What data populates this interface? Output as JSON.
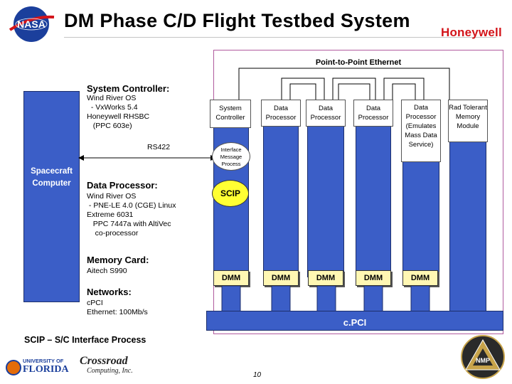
{
  "header": {
    "title": "DM Phase C/D Flight Testbed System",
    "brand": "Honeywell",
    "brand_color": "#d3141a",
    "logo_icon": "nasa-logo-icon"
  },
  "ethernet": {
    "label": "Point-to-Point Ethernet"
  },
  "spacecraft": {
    "label_1": "Spacecraft",
    "label_2": "Computer",
    "color": "#3b5ec7"
  },
  "system_controller": {
    "heading": "System Controller:",
    "lines": [
      "Wind River OS",
      "  - VxWorks 5.4",
      "Honeywell RHSBC",
      "   (PPC 603e)"
    ]
  },
  "link": {
    "label": "RS422"
  },
  "data_processor": {
    "heading": "Data Processor:",
    "lines": [
      "Wind River OS",
      " - PNE-LE 4.0 (CGE) Linux",
      "Extreme 6031",
      "   PPC 7447a with AltiVec",
      "    co-processor"
    ]
  },
  "memory_card": {
    "heading": "Memory Card:",
    "lines": [
      "Aitech S990"
    ]
  },
  "networks": {
    "heading": "Networks:",
    "lines": [
      "cPCI",
      "Ethernet: 100Mb/s"
    ]
  },
  "columns": [
    {
      "label": "System Controller"
    },
    {
      "label": "Data Processor"
    },
    {
      "label": "Data Processor"
    },
    {
      "label": "Data Processor"
    },
    {
      "label": "Data Processor (Emulates Mass Data Service)"
    },
    {
      "label": "Rad Tolerant Memory Module"
    }
  ],
  "imp_label": "Interface Message Process",
  "scip_label": "SCIP",
  "dmm_label": "DMM",
  "bus_label": "c.PCI",
  "footnote": "SCIP – S/C Interface Process",
  "footer": {
    "page_number": "10",
    "university_line_1": "UNIVERSITY OF",
    "university_line_2": "FLORIDA",
    "partner_line_1": "Crossroad",
    "partner_line_2": "Computing, Inc.",
    "badge_text": "NMP"
  }
}
